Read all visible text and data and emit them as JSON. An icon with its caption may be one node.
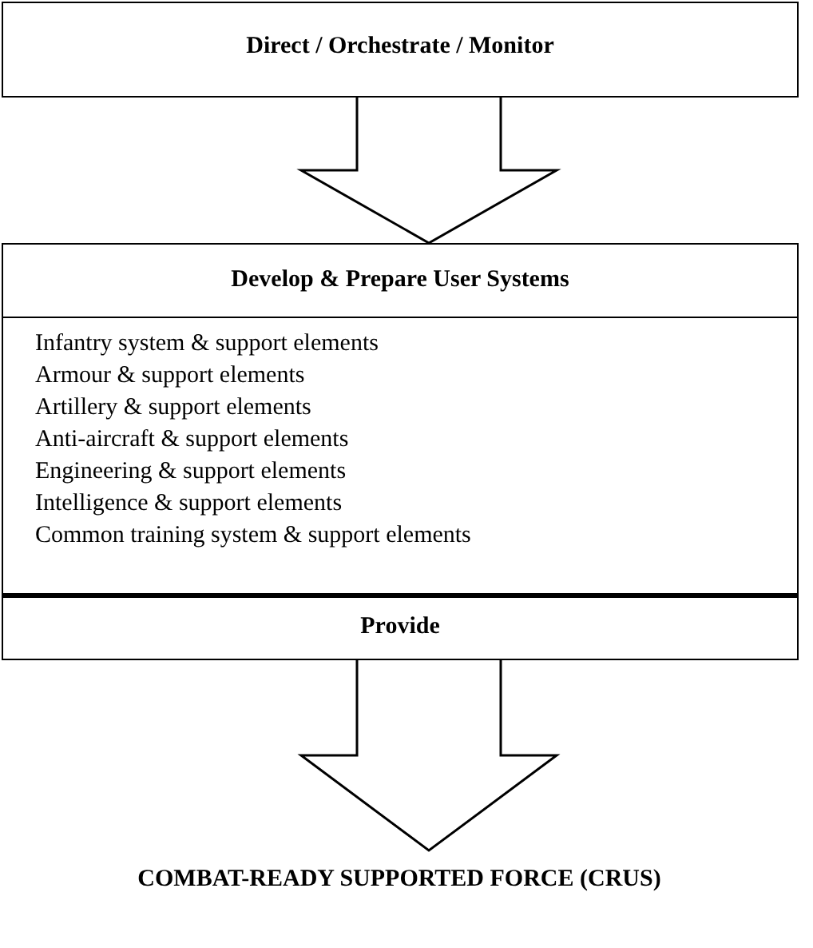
{
  "diagram": {
    "nodes": [
      {
        "text": [
          "Direct / Orchestrate / Monitor"
        ]
      },
      {
        "text": [
          "Develop & Prepare User Systems",
          "Infantry system & support elements",
          "Armour & support elements",
          "Artillery & support elements",
          "Anti-aircraft & support elements",
          "Engineering & support elements",
          "Intelligence & support elements",
          "Common training system & support elements"
        ]
      },
      {
        "text": [
          "Provide"
        ]
      },
      {
        "text": [
          "COMBAT-READY SUPPORTED FORCE (CRUS)"
        ]
      }
    ],
    "edges": [
      {
        "from": 0,
        "to": 1,
        "arrow": "to"
      },
      {
        "from": 2,
        "to": 3,
        "arrow": "to"
      }
    ]
  }
}
